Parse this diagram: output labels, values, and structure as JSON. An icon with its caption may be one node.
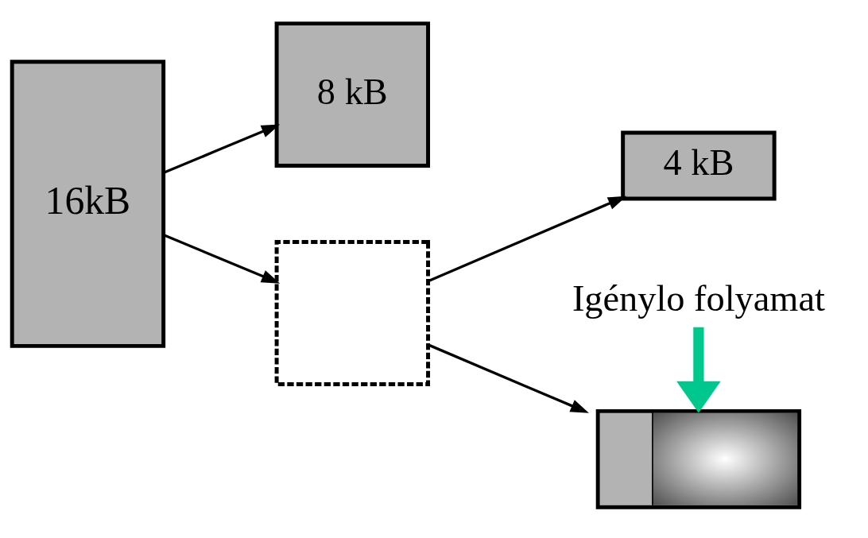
{
  "diagram": {
    "nodes": [
      {
        "text": [
          "16kB"
        ]
      },
      {
        "text": [
          "8 kB"
        ]
      },
      {
        "text": [],
        "shape": "box"
      },
      {
        "text": [],
        "shape": "box"
      },
      {
        "text": [
          "4 kB"
        ]
      },
      {
        "text": [
          "Igénylo folyamat"
        ]
      }
    ],
    "edges": [
      {
        "from": 0,
        "to": 1,
        "arrow": "to"
      },
      {
        "from": 0,
        "to": 2,
        "arrow": "to"
      },
      {
        "from": 2,
        "to": 3,
        "arrow": "to"
      },
      {
        "from": 2,
        "to": 4,
        "arrow": "to"
      },
      {
        "from": 5,
        "to": 3,
        "arrow": "to",
        "style": "thick",
        "color": "#00c78c"
      }
    ]
  }
}
